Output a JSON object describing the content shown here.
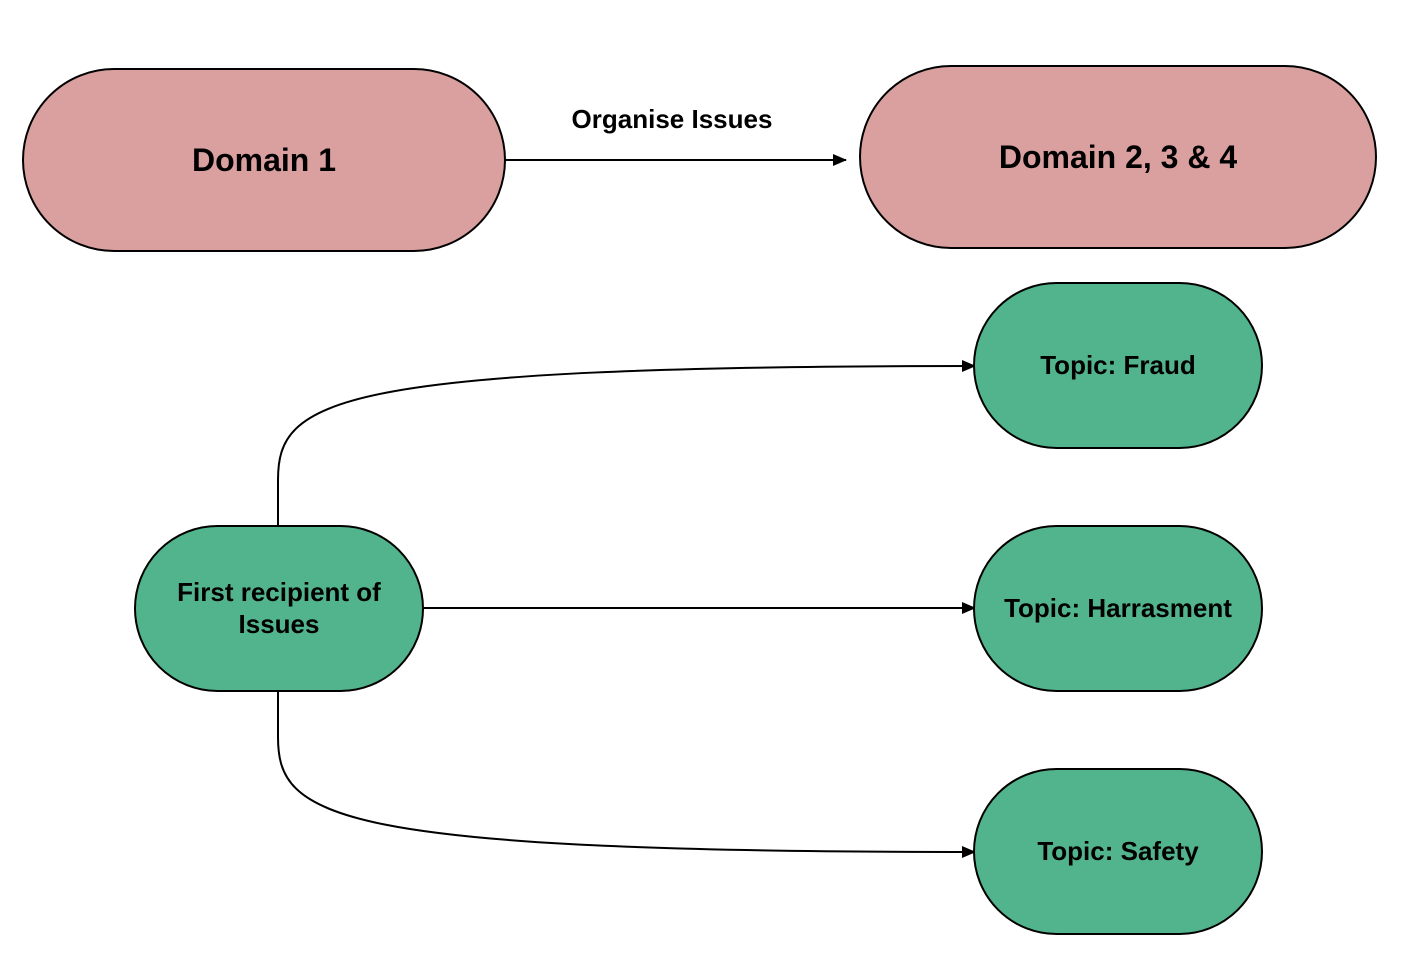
{
  "colors": {
    "domain_fill": "#DAA09F",
    "topic_fill": "#52B48C",
    "stroke": "#000000"
  },
  "nodes": {
    "domain1": "Domain 1",
    "domain234": "Domain 2, 3 & 4",
    "first_recipient": "First recipient of Issues",
    "topic_fraud": "Topic: Fraud",
    "topic_harassment": "Topic: Harrasment",
    "topic_safety": "Topic: Safety"
  },
  "edges": {
    "domain_edge_label": "Organise Issues"
  }
}
